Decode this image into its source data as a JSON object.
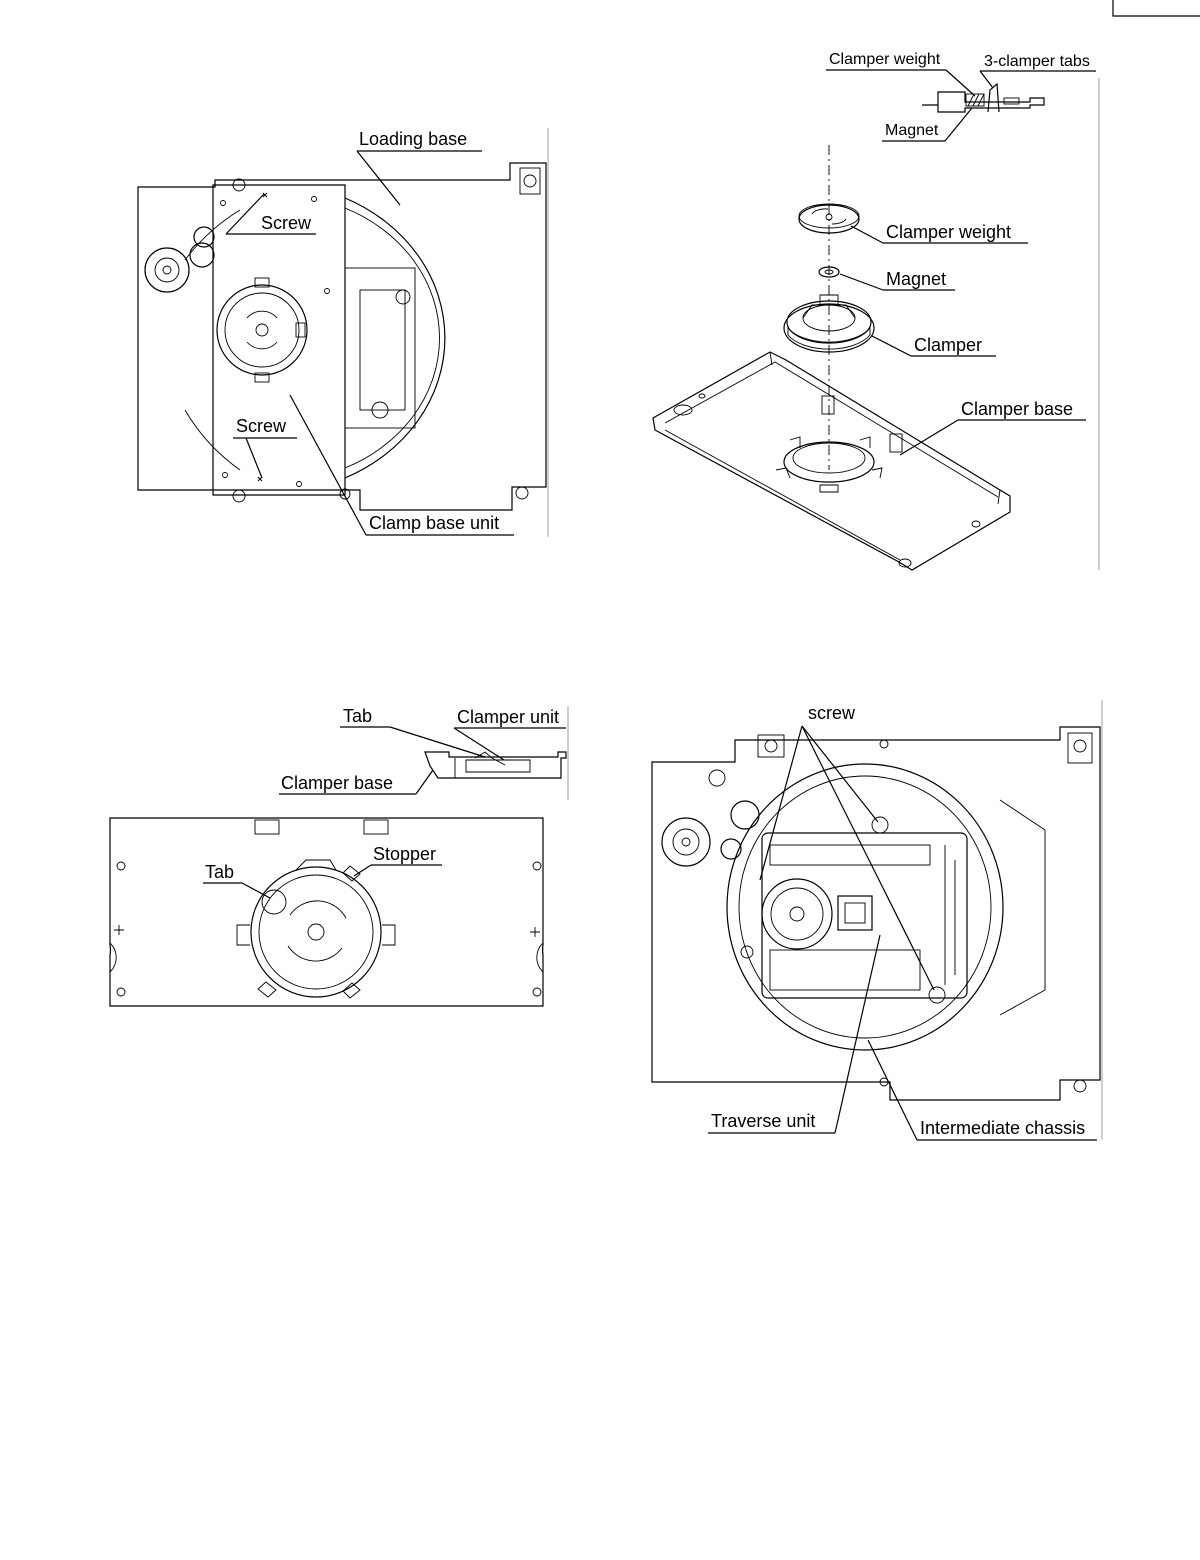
{
  "fig1": {
    "loading_base": "Loading base",
    "screw_top": "Screw",
    "screw_bottom": "Screw",
    "clamp_base_unit": "Clamp base unit"
  },
  "fig2": {
    "detail_clamper_weight": "Clamper weight",
    "detail_clamper_tabs": "3-clamper tabs",
    "detail_magnet": "Magnet",
    "clamper_weight": "Clamper weight",
    "magnet": "Magnet",
    "clamper": "Clamper",
    "clamper_base": "Clamper base"
  },
  "fig3": {
    "tab_top": "Tab",
    "clamper_unit": "Clamper unit",
    "clamper_base": "Clamper base",
    "tab": "Tab",
    "stopper": "Stopper"
  },
  "fig4": {
    "screw": "screw",
    "traverse_unit": "Traverse unit",
    "intermediate_chassis": "Intermediate chassis"
  }
}
